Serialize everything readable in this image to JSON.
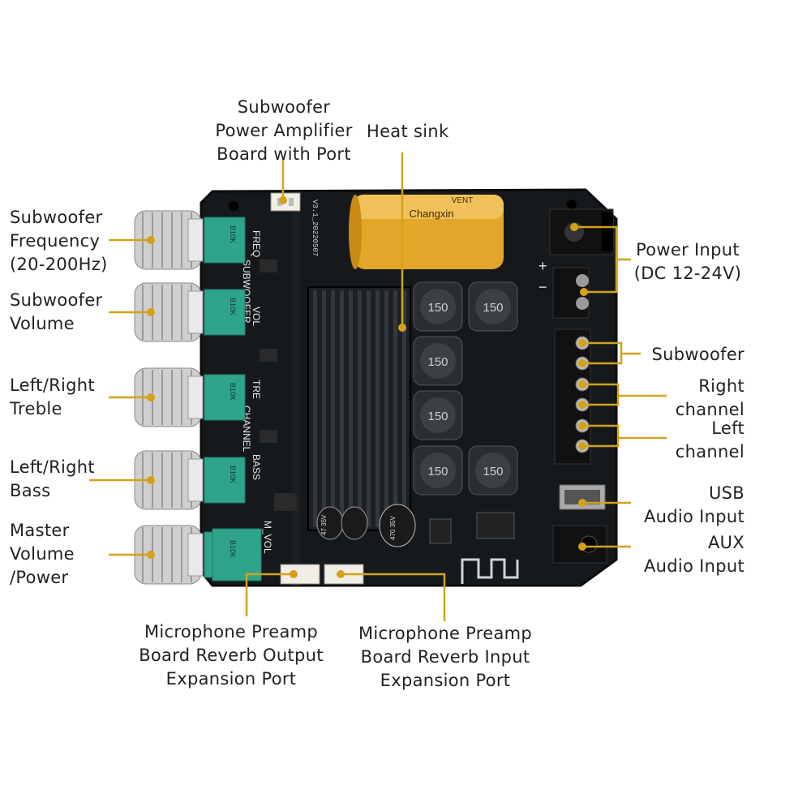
{
  "colors": {
    "pcb": "#16191c",
    "pcb_edge": "#0a0c0e",
    "silk": "#cfd3d6",
    "accent": "#d4a21a",
    "knob": "#d8d8d8",
    "pot": "#2fa48a",
    "heatsink": "#1d2024",
    "capacitor": "#e2a62a"
  },
  "labels": {
    "sub_power_board": [
      "Subwoofer",
      "Power Amplifier",
      "Board with Port"
    ],
    "heat_sink": [
      "Heat sink"
    ],
    "sub_freq": [
      "Subwoofer",
      "Frequency",
      "(20-200Hz)"
    ],
    "sub_vol": [
      "Subwoofer",
      "Volume"
    ],
    "treble": [
      "Left/Right",
      "Treble"
    ],
    "bass": [
      "Left/Right",
      "Bass"
    ],
    "master": [
      "Master",
      "Volume",
      "/Power"
    ],
    "power_input": [
      "Power Input",
      "(DC 12-24V)"
    ],
    "subwoofer_out": [
      "Subwoofer"
    ],
    "right_channel": [
      "Right",
      "channel"
    ],
    "left_channel": [
      "Left",
      "channel"
    ],
    "usb": [
      "USB",
      "Audio Input"
    ],
    "aux": [
      "AUX",
      "Audio Input"
    ],
    "mic_out": [
      "Microphone Preamp",
      "Board Reverb Output",
      "Expansion Port"
    ],
    "mic_in": [
      "Microphone Preamp",
      "Board Reverb Input",
      "Expansion Port"
    ]
  },
  "board_text": {
    "freq": "FREQ",
    "subwoofer": "SUBWOOFER",
    "vol": "VOL",
    "tre": "TRE",
    "channel": "CHANNEL",
    "bass": "BASS",
    "m_vol": "M_VOL",
    "pot_value": "B10K",
    "cap_brand": "Changxin",
    "cap_spec": "VENT",
    "version": "V3.1_20220507",
    "inductor": "150",
    "small_cap_1": "47 35V",
    "small_cap_2": "470 35V",
    "plus": "+",
    "minus": "−"
  }
}
